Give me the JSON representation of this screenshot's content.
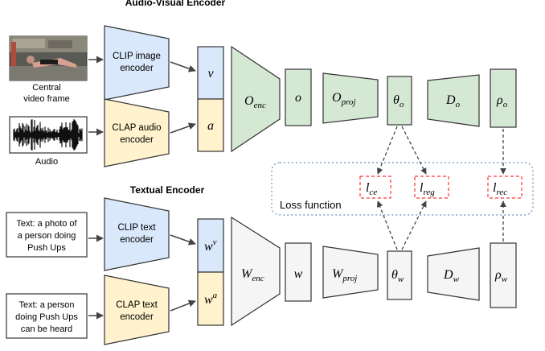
{
  "titles": {
    "audio_visual": "Audio-Visual Encoder",
    "textual": "Textual Encoder"
  },
  "inputs": {
    "video_caption_1": "Central",
    "video_caption_2": "video frame",
    "audio_caption": "Audio",
    "text1_line1": "Text: a photo of",
    "text1_line2": "a person doing",
    "text1_line3": "Push Ups",
    "text2_line1": "Text: a person",
    "text2_line2": "doing Push Ups",
    "text2_line3": "can be heard"
  },
  "encoders": {
    "clip_image_1": "CLIP image",
    "clip_image_2": "encoder",
    "clap_audio_1": "CLAP audio",
    "clap_audio_2": "encoder",
    "clip_text_1": "CLIP text",
    "clip_text_2": "encoder",
    "clap_text_1": "CLAP  text",
    "clap_text_2": "encoder"
  },
  "av_branch": {
    "v": "v",
    "a": "a",
    "enc": "O",
    "enc_sub": "enc",
    "o": "o",
    "proj": "O",
    "proj_sub": "proj",
    "theta": "θ",
    "theta_sub": "o",
    "dec": "D",
    "dec_sub": "o",
    "rho": "ρ",
    "rho_sub": "o"
  },
  "text_branch": {
    "wv": "w",
    "wv_sup": "v",
    "wa": "w",
    "wa_sup": "a",
    "enc": "W",
    "enc_sub": "enc",
    "w": "w",
    "proj": "W",
    "proj_sub": "proj",
    "theta": "θ",
    "theta_sub": "w",
    "dec": "D",
    "dec_sub": "w",
    "rho": "ρ",
    "rho_sub": "w"
  },
  "loss": {
    "label": "Loss function",
    "ce": "l",
    "ce_sub": "ce",
    "reg": "l",
    "reg_sub": "reg",
    "rec": "l",
    "rec_sub": "rec"
  },
  "colors": {
    "blue": "#dae8fc",
    "yellow": "#fff2cc",
    "green": "#d5e8d4",
    "gray": "#f5f5f5",
    "red_dash": "#ff3333",
    "loss_border": "#6c8ebf"
  }
}
